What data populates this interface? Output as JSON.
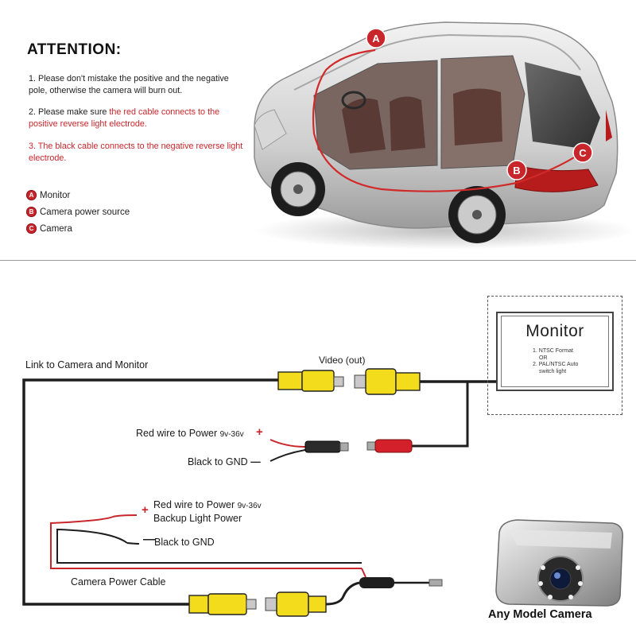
{
  "attention": {
    "title": "ATTENTION:",
    "note1": "1. Please don't mistake the positive and the negative pole, otherwise the camera will burn out.",
    "note2_prefix": "2. Please make sure ",
    "note2_red": "the red cable connects to the positive reverse light electrode.",
    "note3_red": "3. The black cable connects to the negative reverse light electrode."
  },
  "legend": [
    {
      "letter": "A",
      "label": "Monitor"
    },
    {
      "letter": "B",
      "label": "Camera power source"
    },
    {
      "letter": "C",
      "label": "Camera"
    }
  ],
  "car_markers": [
    "A",
    "B",
    "C"
  ],
  "diagram": {
    "link_label": "Link to Camera and Monitor",
    "video_label": "Video (out)",
    "power_wire": {
      "red_label": "Red wire to Power ",
      "red_voltage": "9v-36v",
      "plus": "+",
      "black_label": "Black to GND ",
      "minus": "—"
    },
    "camera_wire": {
      "red_label": "Red wire to Power ",
      "red_voltage": "9v-36v",
      "backup_label": "Backup Light Power",
      "plus": "+",
      "black_label": "Black to GND",
      "minus": "—"
    },
    "cable_label": "Camera Power Cable",
    "camera_label": "Any Model Camera",
    "monitor": {
      "title": "Monitor",
      "spec1": "1. NTSC Format",
      "spec_or": "OR",
      "spec2a": "2. PAL/NTSC Auto",
      "spec2b": "switch light"
    }
  },
  "colors": {
    "accent_red": "#c8262b",
    "rca_yellow": "#f2dc1c",
    "wire": "#1e1e1e"
  },
  "icons": [
    "car-illustration",
    "rca-connector-icon",
    "dc-plug-icon",
    "camera-icon"
  ]
}
